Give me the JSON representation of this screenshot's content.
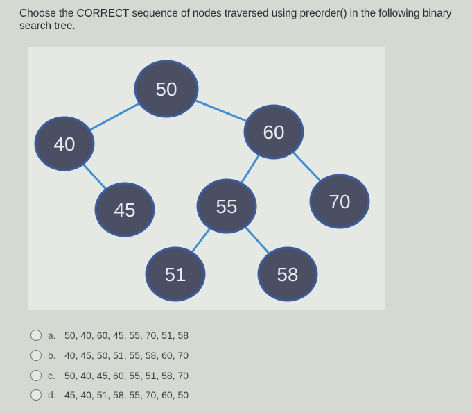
{
  "question": "Choose the CORRECT sequence of nodes traversed using preorder() in the following binary search tree.",
  "tree": {
    "nodes": [
      "50",
      "40",
      "60",
      "45",
      "55",
      "70",
      "51",
      "58"
    ],
    "edges": [
      [
        "50",
        "40"
      ],
      [
        "50",
        "60"
      ],
      [
        "40",
        "45"
      ],
      [
        "60",
        "55"
      ],
      [
        "60",
        "70"
      ],
      [
        "55",
        "51"
      ],
      [
        "55",
        "58"
      ]
    ],
    "colors": {
      "node_fill": "#4b4f63",
      "node_stroke": "#3d5c9e",
      "edge": "#3f8fd2",
      "text": "#e9ebef"
    }
  },
  "options": [
    {
      "letter": "a.",
      "text": "50, 40, 60, 45, 55, 70, 51, 58"
    },
    {
      "letter": "b.",
      "text": "40, 45, 50, 51, 55, 58, 60, 70"
    },
    {
      "letter": "c.",
      "text": "50, 40, 45, 60, 55, 51, 58, 70"
    },
    {
      "letter": "d.",
      "text": "45, 40, 51, 58, 55, 70, 60, 50"
    }
  ]
}
